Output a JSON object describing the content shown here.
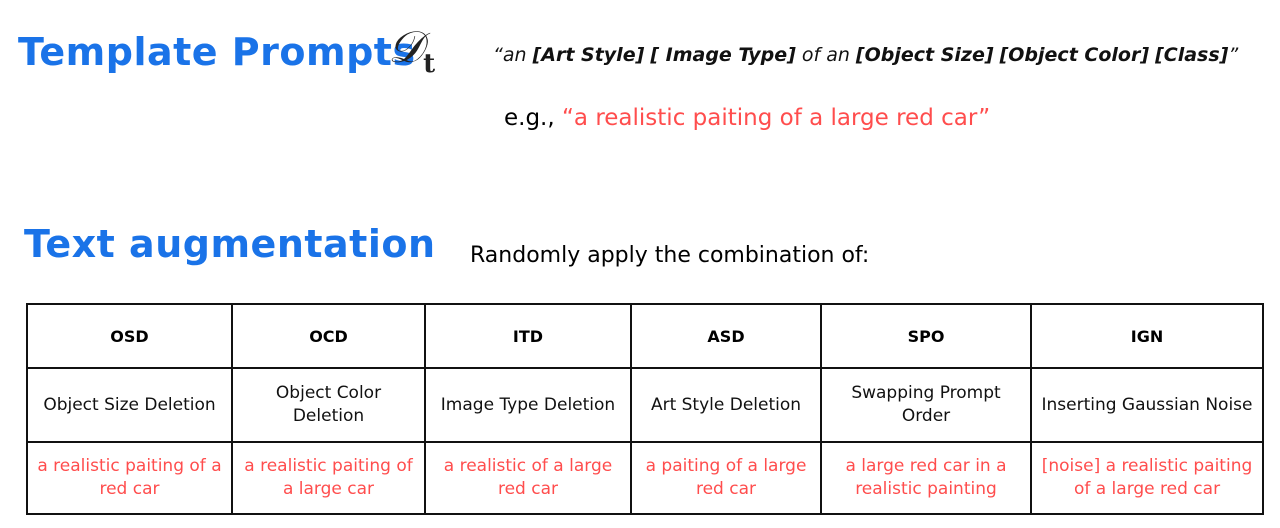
{
  "header": {
    "title": "Template Prompts",
    "symbol": "𝒟",
    "symbol_sub": "t",
    "template_parts": [
      {
        "t": "“an ",
        "b": false
      },
      {
        "t": "[Art Style]",
        "b": true
      },
      {
        "t": " ",
        "b": false
      },
      {
        "t": "[ Image Type]",
        "b": true
      },
      {
        "t": " of an ",
        "b": false
      },
      {
        "t": "[Object Size]",
        "b": true
      },
      {
        "t": " ",
        "b": false
      },
      {
        "t": "[Object Color]",
        "b": true
      },
      {
        "t": " ",
        "b": false
      },
      {
        "t": "[Class]",
        "b": true
      },
      {
        "t": "”",
        "b": false
      }
    ],
    "example_prefix": "e.g., ",
    "example_text": "“a realistic paiting of a large red car”"
  },
  "augmentation": {
    "title": "Text augmentation",
    "subtitle": "Randomly apply the combination of:",
    "columns": [
      {
        "code": "OSD",
        "name": "Object Size Deletion",
        "example": "a realistic paiting of a red car"
      },
      {
        "code": "OCD",
        "name": "Object Color Deletion",
        "example": "a realistic paiting of a large car"
      },
      {
        "code": "ITD",
        "name": "Image Type Deletion",
        "example": "a realistic of a large red car"
      },
      {
        "code": "ASD",
        "name": "Art Style Deletion",
        "example": "a paiting of a large red car"
      },
      {
        "code": "SPO",
        "name": "Swapping Prompt Order",
        "example": "a large red car in a realistic painting"
      },
      {
        "code": "IGN",
        "name": "Inserting Gaussian Noise",
        "example": "[noise] a realistic paiting of a large red car"
      }
    ]
  },
  "colors": {
    "heading": "#1a73e8",
    "example": "#ff4d4d"
  }
}
